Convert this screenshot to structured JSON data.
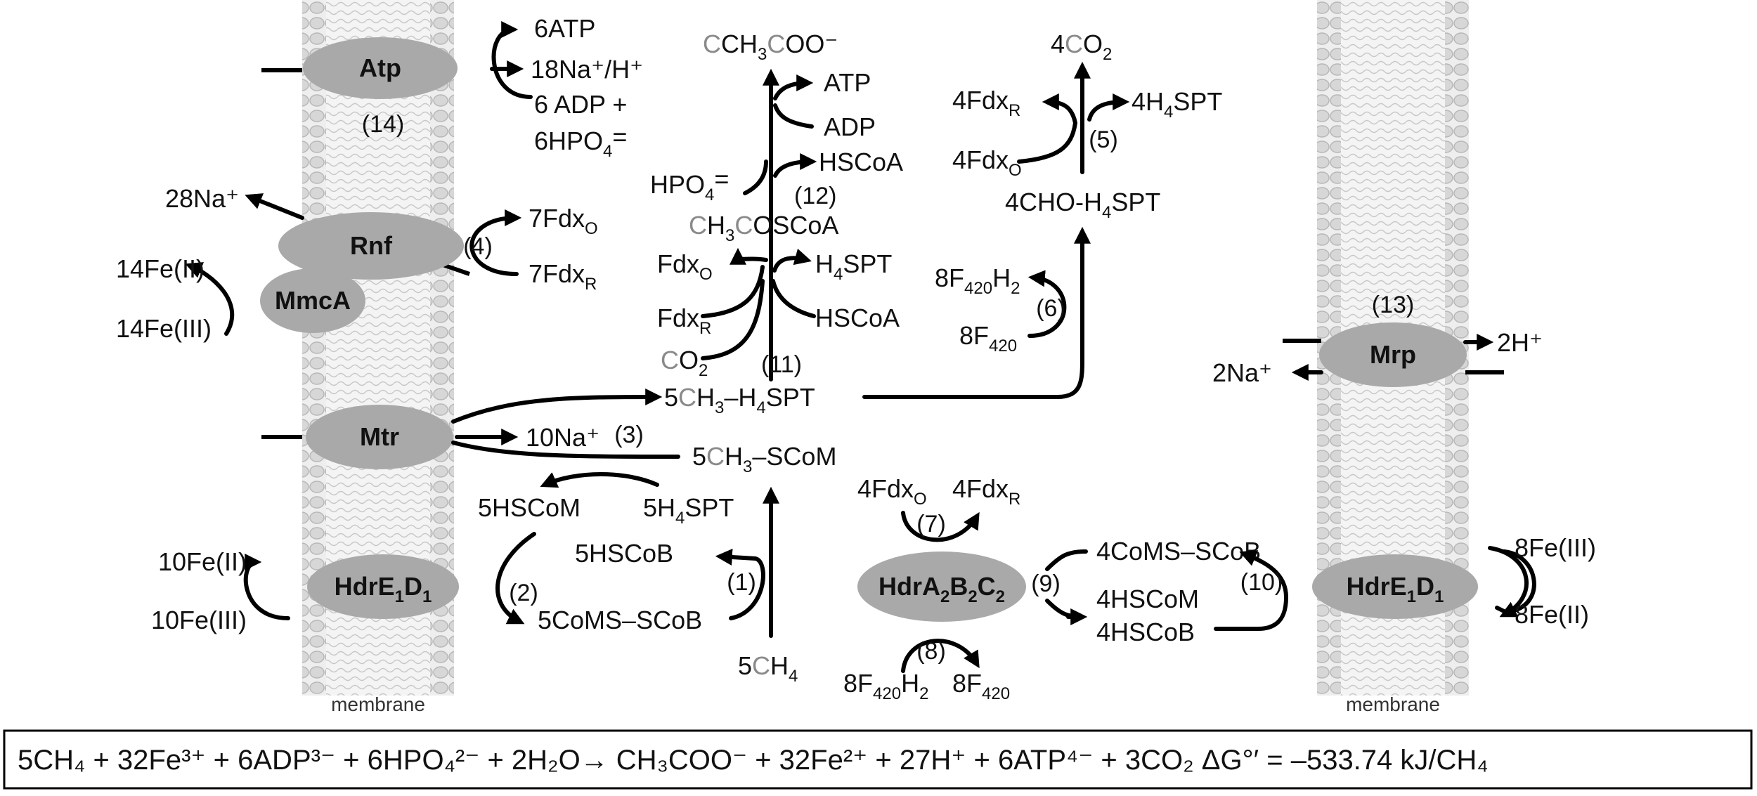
{
  "membrane_label": "membrane",
  "enzymes": {
    "atp": "Atp",
    "rnf": "Rnf",
    "mmca": "MmcA",
    "mtr": "Mtr",
    "hdre_left": "HdrE",
    "hdre_right": "HdrE",
    "hdre_sub": "1",
    "hdrd_sub": "1",
    "hdrd": "D",
    "hdra": "HdrA",
    "hdrb": "B",
    "hdrc": "C",
    "hdr_sub": "2",
    "mrp": "Mrp"
  },
  "steps": [
    "(1)",
    "(2)",
    "(3)",
    "(4)",
    "(5)",
    "(6)",
    "(7)",
    "(8)",
    "(9)",
    "(10)",
    "(11)",
    "(12)",
    "(13)",
    "(14)"
  ],
  "labels": {
    "atp_6atp": "6ATP",
    "atp_na": "18Na⁺/H⁺",
    "atp_adp": "6 ADP +",
    "atp_hpo": "6HPO",
    "na28": "28Na⁺",
    "fdx7o": "7Fdx",
    "fdx7r": "7Fdx",
    "fe14ii": "14Fe(II)",
    "fe14iii": "14Fe(III)",
    "na10": "10Na⁺",
    "fe10ii": "10Fe(II)",
    "fe10iii": "10Fe(III)",
    "acetate_a": "CH",
    "acetate_b": "C",
    "acetate_c": "OO⁻",
    "atp_r": "ATP",
    "adp_r": "ADP",
    "hpo4": "HPO",
    "hscoa_top": "HSCoA",
    "acetylcoa": "OSCoA",
    "fdxo_mid": "Fdx",
    "h4spt_mid": "H",
    "fdxr_mid": "Fdx",
    "hscoa_mid": "HSCoA",
    "co2_mid": "O",
    "ch3h4spt": "H",
    "ch3scom": "H",
    "hscom5": "5HSCoM",
    "h4spt5": "5H",
    "hscob5": "5HSCoB",
    "coms5": "5CoMS–SCoB",
    "ch4": "H",
    "co2_4": "O",
    "fdxr4": "4Fdx",
    "h4spt4": "4H",
    "fdxo4": "4Fdx",
    "cho": "4CHO-H",
    "f420h2_8": "8F",
    "f420_8": "8F",
    "fdxo_7": "4Fdx",
    "fdxr_7": "4Fdx",
    "coms4": "4CoMS–SCoB",
    "hscom4": "4HSCoM",
    "hscob4": "4HSCoB",
    "f420h2_b": "8F",
    "f420_b": "8F",
    "fe8iii": "8Fe(III)",
    "fe8ii": "8Fe(II)",
    "h2": "2H⁺",
    "na2": "2Na⁺"
  },
  "equation": "5CH₄ + 32Fe³⁺ + 6ADP³⁻ + 6HPO₄²⁻ + 2H₂O→  CH₃COO⁻ + 32Fe²⁺ + 27H⁺ + 6ATP⁴⁻ + 3CO₂   ΔG°′ = –533.74 kJ/CH₄",
  "colors": {
    "enzyme_fill": "#a9a9a9",
    "membrane_fill": "#d4d4d4",
    "carbon_highlight": "#8a8a8a"
  }
}
